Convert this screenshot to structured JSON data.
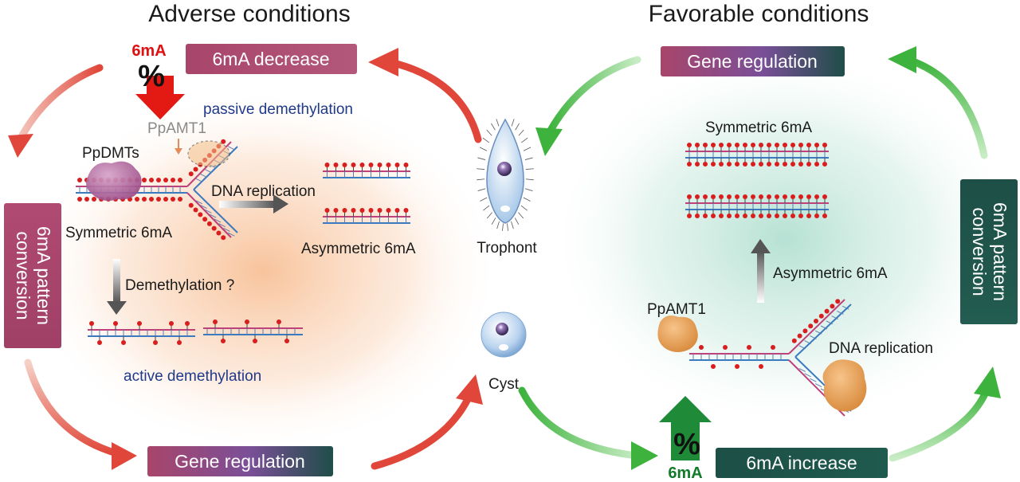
{
  "titles": {
    "left": "Adverse conditions",
    "right": "Favorable conditions"
  },
  "left_panel": {
    "decrease_box": "6mA decrease",
    "gene_regulation_box": "Gene regulation",
    "pattern_box_line1": "6mA pattern",
    "pattern_box_line2": "conversion",
    "passive_demethylation": "passive demethylation",
    "ppamt1": "PpAMT1",
    "ppdmts": "PpDMTs",
    "dna_replication": "DNA replication",
    "symmetric_6ma": "Symmetric 6mA",
    "asymmetric_6ma": "Asymmetric 6mA",
    "demethylation_q": "Demethylation ?",
    "active_demethylation": "active demethylation",
    "pct_label": "6mA",
    "pct_sign": "%"
  },
  "middle": {
    "trophont": "Trophont",
    "cyst": "Cyst"
  },
  "right_panel": {
    "gene_regulation_box": "Gene regulation",
    "increase_box": "6mA increase",
    "pattern_box_line1": "6mA pattern",
    "pattern_box_line2": "conversion",
    "symmetric_6ma": "Symmetric 6mA",
    "asymmetric_6ma": "Asymmetric 6mA",
    "ppamt1": "PpAMT1",
    "dna_replication": "DNA replication",
    "pct_label": "6mA",
    "pct_sign": "%"
  },
  "colors": {
    "adverse_box": "#a44a6e",
    "favorable_box": "#1f5a4a",
    "red_arrow": "#e0473a",
    "green_arrow": "#3db33d",
    "strand_pink": "#c0407a",
    "strand_blue": "#3a7ac0",
    "methyl_red": "#d81e1e"
  },
  "icons": [
    "red-down-arrow-icon",
    "green-up-arrow-icon",
    "trophont-cell-icon",
    "cyst-cell-icon",
    "enzyme-blob-icon"
  ]
}
